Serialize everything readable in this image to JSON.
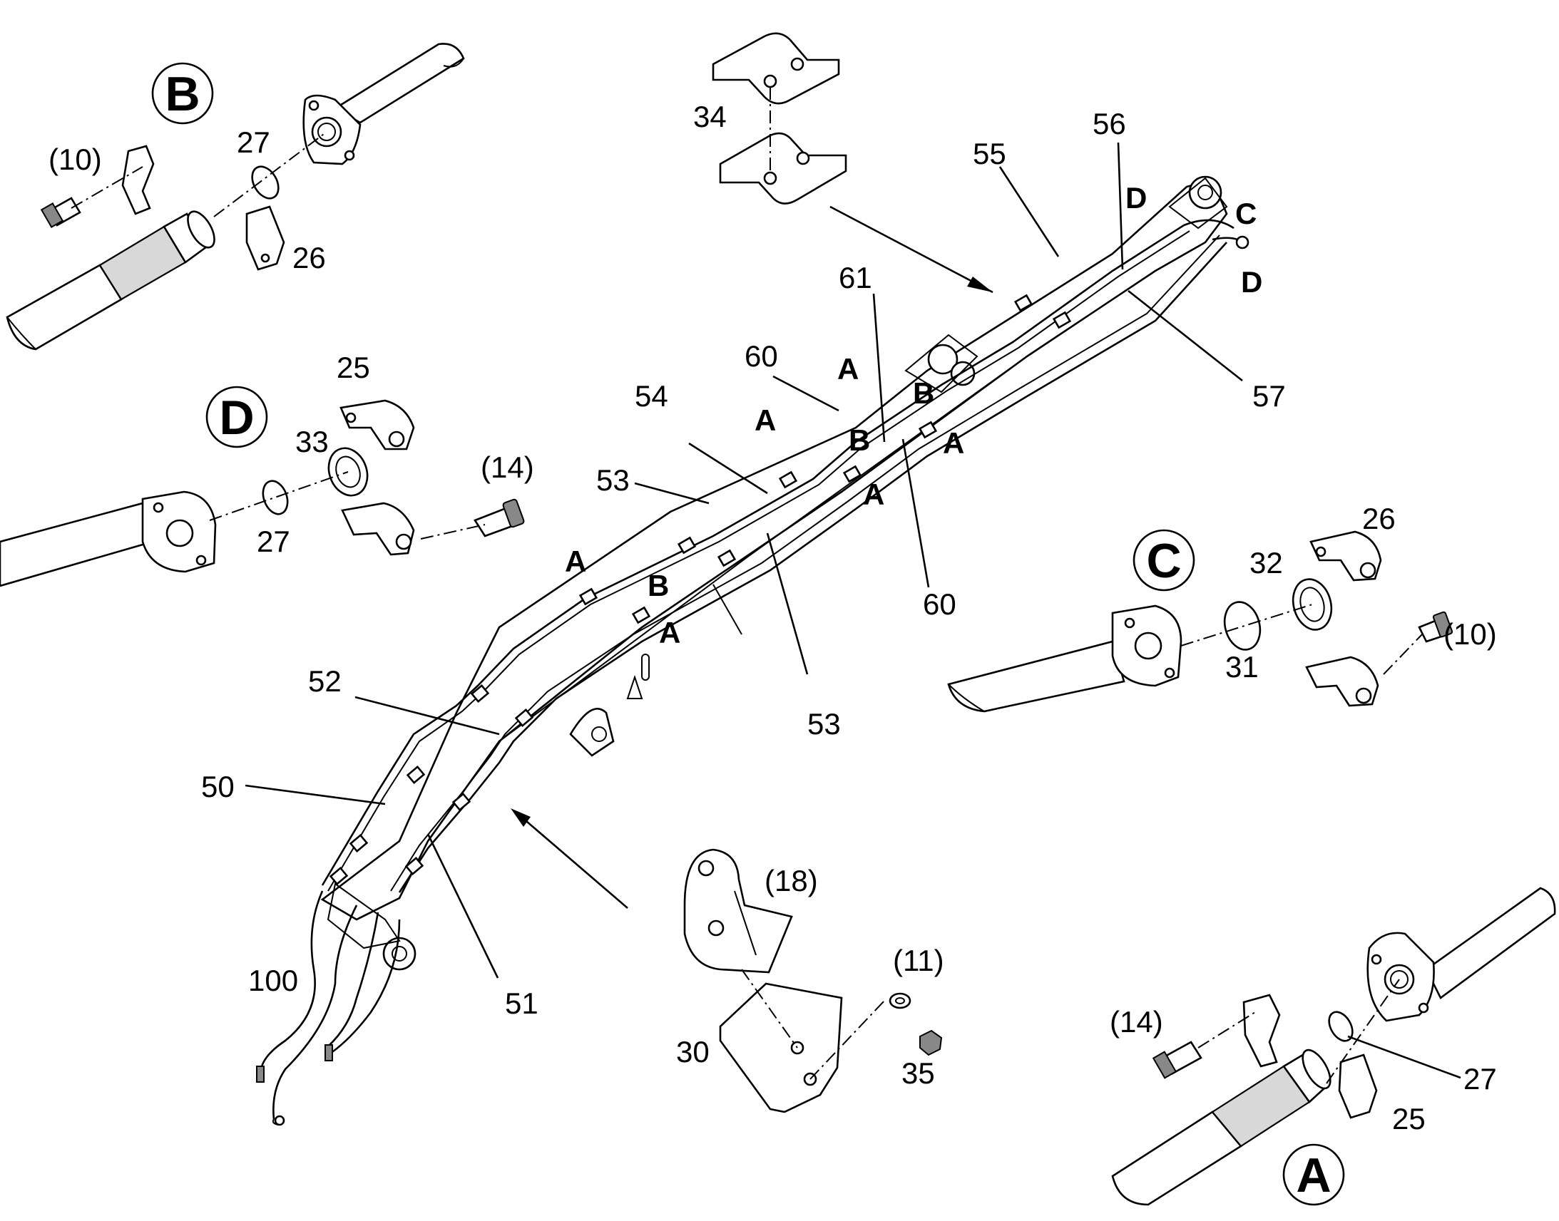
{
  "callouts": {
    "A": "A",
    "B": "B",
    "C": "C",
    "D": "D"
  },
  "detail_B": {
    "bolt": "(10)",
    "ring": "27",
    "clamp": "26"
  },
  "detail_D": {
    "clamp_top": "25",
    "seal": "33",
    "ring": "27",
    "bolt": "(14)"
  },
  "detail_C": {
    "clamp_top": "26",
    "seal": "32",
    "ring": "31",
    "bolt": "(10)"
  },
  "detail_A": {
    "bolt": "(14)",
    "ring": "27",
    "clamp": "25"
  },
  "clip_top": {
    "part": "34"
  },
  "bracket": {
    "top": "(18)",
    "washer": "(11)",
    "base": "30",
    "nut": "35"
  },
  "boom": {
    "p55": "55",
    "p56": "56",
    "p57": "57",
    "p61": "61",
    "p60a": "60",
    "p60b": "60",
    "p54": "54",
    "p53a": "53",
    "p53b": "53",
    "p52": "52",
    "p50": "50",
    "p51": "51",
    "p100": "100",
    "letters": [
      "D",
      "C",
      "D",
      "A",
      "B",
      "A",
      "B",
      "A",
      "A",
      "A",
      "B",
      "A"
    ]
  }
}
